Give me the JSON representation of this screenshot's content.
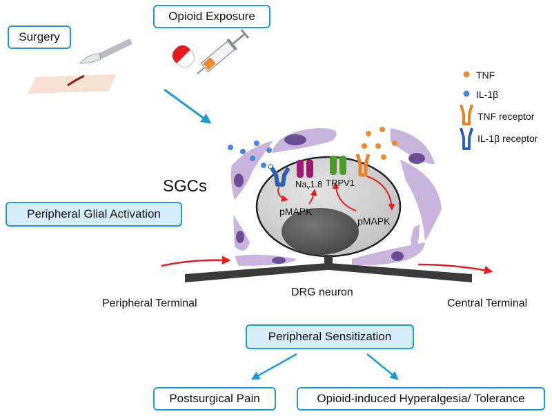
{
  "boxes": {
    "surgery": "Surgery",
    "opioid_exposure": "Opioid Exposure",
    "glial_activation": "Peripheral Glial Activation",
    "sensitization": "Peripheral Sensitization",
    "postsurgical_pain": "Postsurgical Pain",
    "hyperalgesia": "Opioid-induced Hyperalgesia/ Tolerance"
  },
  "labels": {
    "sgcs": "SGCs",
    "nav_main": "Na",
    "nav_sub": "v",
    "nav_tail": "1.8",
    "trpv1": "TRPV1",
    "pmapk_left": "pMAPK",
    "pmapk_right": "pMAPK",
    "drg_neuron": "DRG neuron",
    "peripheral_terminal": "Peripheral Terminal",
    "central_terminal": "Central Terminal"
  },
  "legend": [
    {
      "label": "TNF",
      "icon": "tnf-dot-icon",
      "color": "#f08a2c"
    },
    {
      "label": "IL-1β",
      "icon": "il1b-dot-icon",
      "color": "#4a86d8"
    },
    {
      "label": "TNF receptor",
      "icon": "tnf-receptor-icon",
      "color": "#e8822a"
    },
    {
      "label": "IL-1β receptor",
      "icon": "il1b-receptor-icon",
      "color": "#2d5fb5"
    }
  ],
  "colors": {
    "box_border": "#1c9ad6",
    "box_fill": "#d5edf9",
    "blue_arrow": "#1c9ad6",
    "red_arrow": "#e02020",
    "sgc_fill": "#c8b4dc",
    "sgc_nucleus": "#6a4f96",
    "soma_fill": "#cfcfcf",
    "nucleus_fill": "#5a5a5a",
    "axon": "#3a3a3a",
    "nav_channel": "#9c1a72",
    "trpv1_channel": "#4f9a2c"
  }
}
